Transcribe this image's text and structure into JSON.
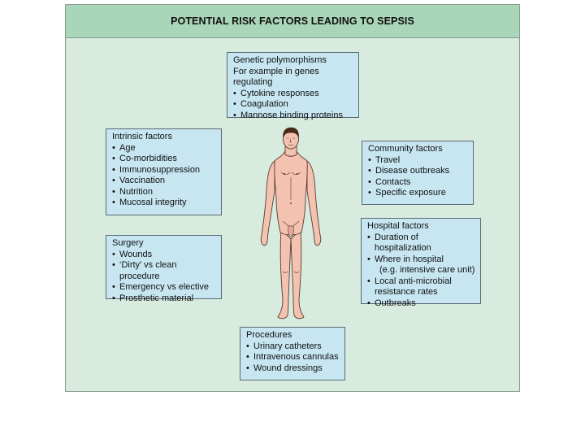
{
  "header": {
    "title": "POTENTIAL RISK FACTORS LEADING TO SEPSIS"
  },
  "genetic": {
    "title": "Genetic polymorphisms",
    "intro": "For example in genes regulating",
    "items": [
      "Cytokine responses",
      "Coagulation",
      "Mannose binding proteins"
    ]
  },
  "intrinsic": {
    "title": "Intrinsic factors",
    "items": [
      "Age",
      "Co-morbidities",
      "Immunosuppression",
      "Vaccination",
      "Nutrition",
      "Mucosal integrity"
    ]
  },
  "community": {
    "title": "Community factors",
    "items": [
      "Travel",
      "Disease outbreaks",
      "Contacts",
      "Specific exposure"
    ]
  },
  "surgery": {
    "title": "Surgery",
    "items": [
      "Wounds",
      "‘Dirty’ vs clean procedure",
      "Emergency vs elective",
      "Prosthetic material"
    ]
  },
  "hospital": {
    "title": "Hospital factors",
    "items": [
      "Duration of hospitalization",
      "Where in hospital",
      "(e.g. intensive care unit)",
      "Local anti-microbial",
      "resistance rates",
      "Outbreaks"
    ]
  },
  "procedures": {
    "title": "Procedures",
    "items": [
      "Urinary catheters",
      "Intravenous cannulas",
      "Wound dressings"
    ]
  },
  "colors": {
    "panel": "#d7ebde",
    "header": "#a9d5b8",
    "box": "#c7e6f2",
    "skin": "#f4c2b0"
  }
}
